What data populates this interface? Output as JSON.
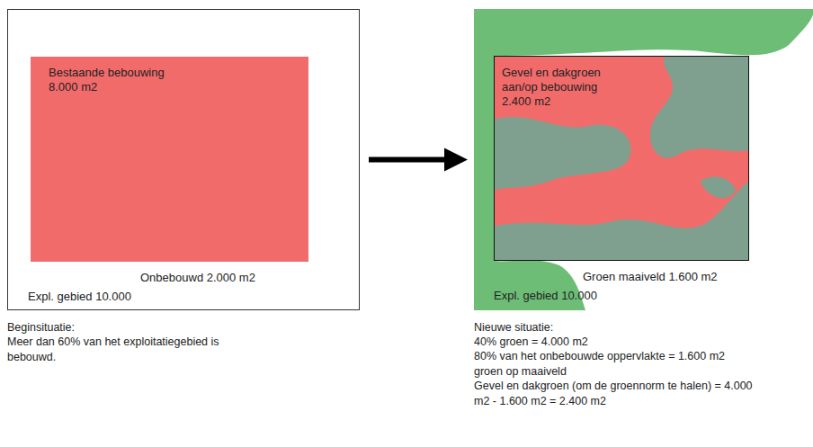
{
  "diagram": {
    "nodes": [
      {
        "text": [
          "Onbebouwd 2.000 m2",
          "Expl. gebied 10.000"
        ]
      },
      {
        "text": [
          "Bestaande bebouwing 8.000 m2"
        ],
        "in": 0
      },
      {
        "text": [
          "Groen maaiveld 1.600 m2",
          "Expl. gebied 10.000"
        ]
      },
      {
        "text": [
          "Gevel en dakgroen aan/op bebouwing 2.400 m2"
        ],
        "in": 2
      }
    ],
    "edges": [
      {
        "from": 0,
        "to": 2,
        "arrow": "to"
      }
    ],
    "labels": [
      "Beginsituatie:",
      "Meer dan 60% van het exploitatiegebied is bebouwd.",
      "Nieuwe situatie:",
      "40% groen = 4.000 m2",
      "80% van het onbebouwde oppervlakte = 1.600 m2 groen op maaiveld",
      "Gevel en dakgroen (om de groennorm te halen) = 4.000 m2 - 1.600 m2 = 2.400 m2"
    ]
  }
}
